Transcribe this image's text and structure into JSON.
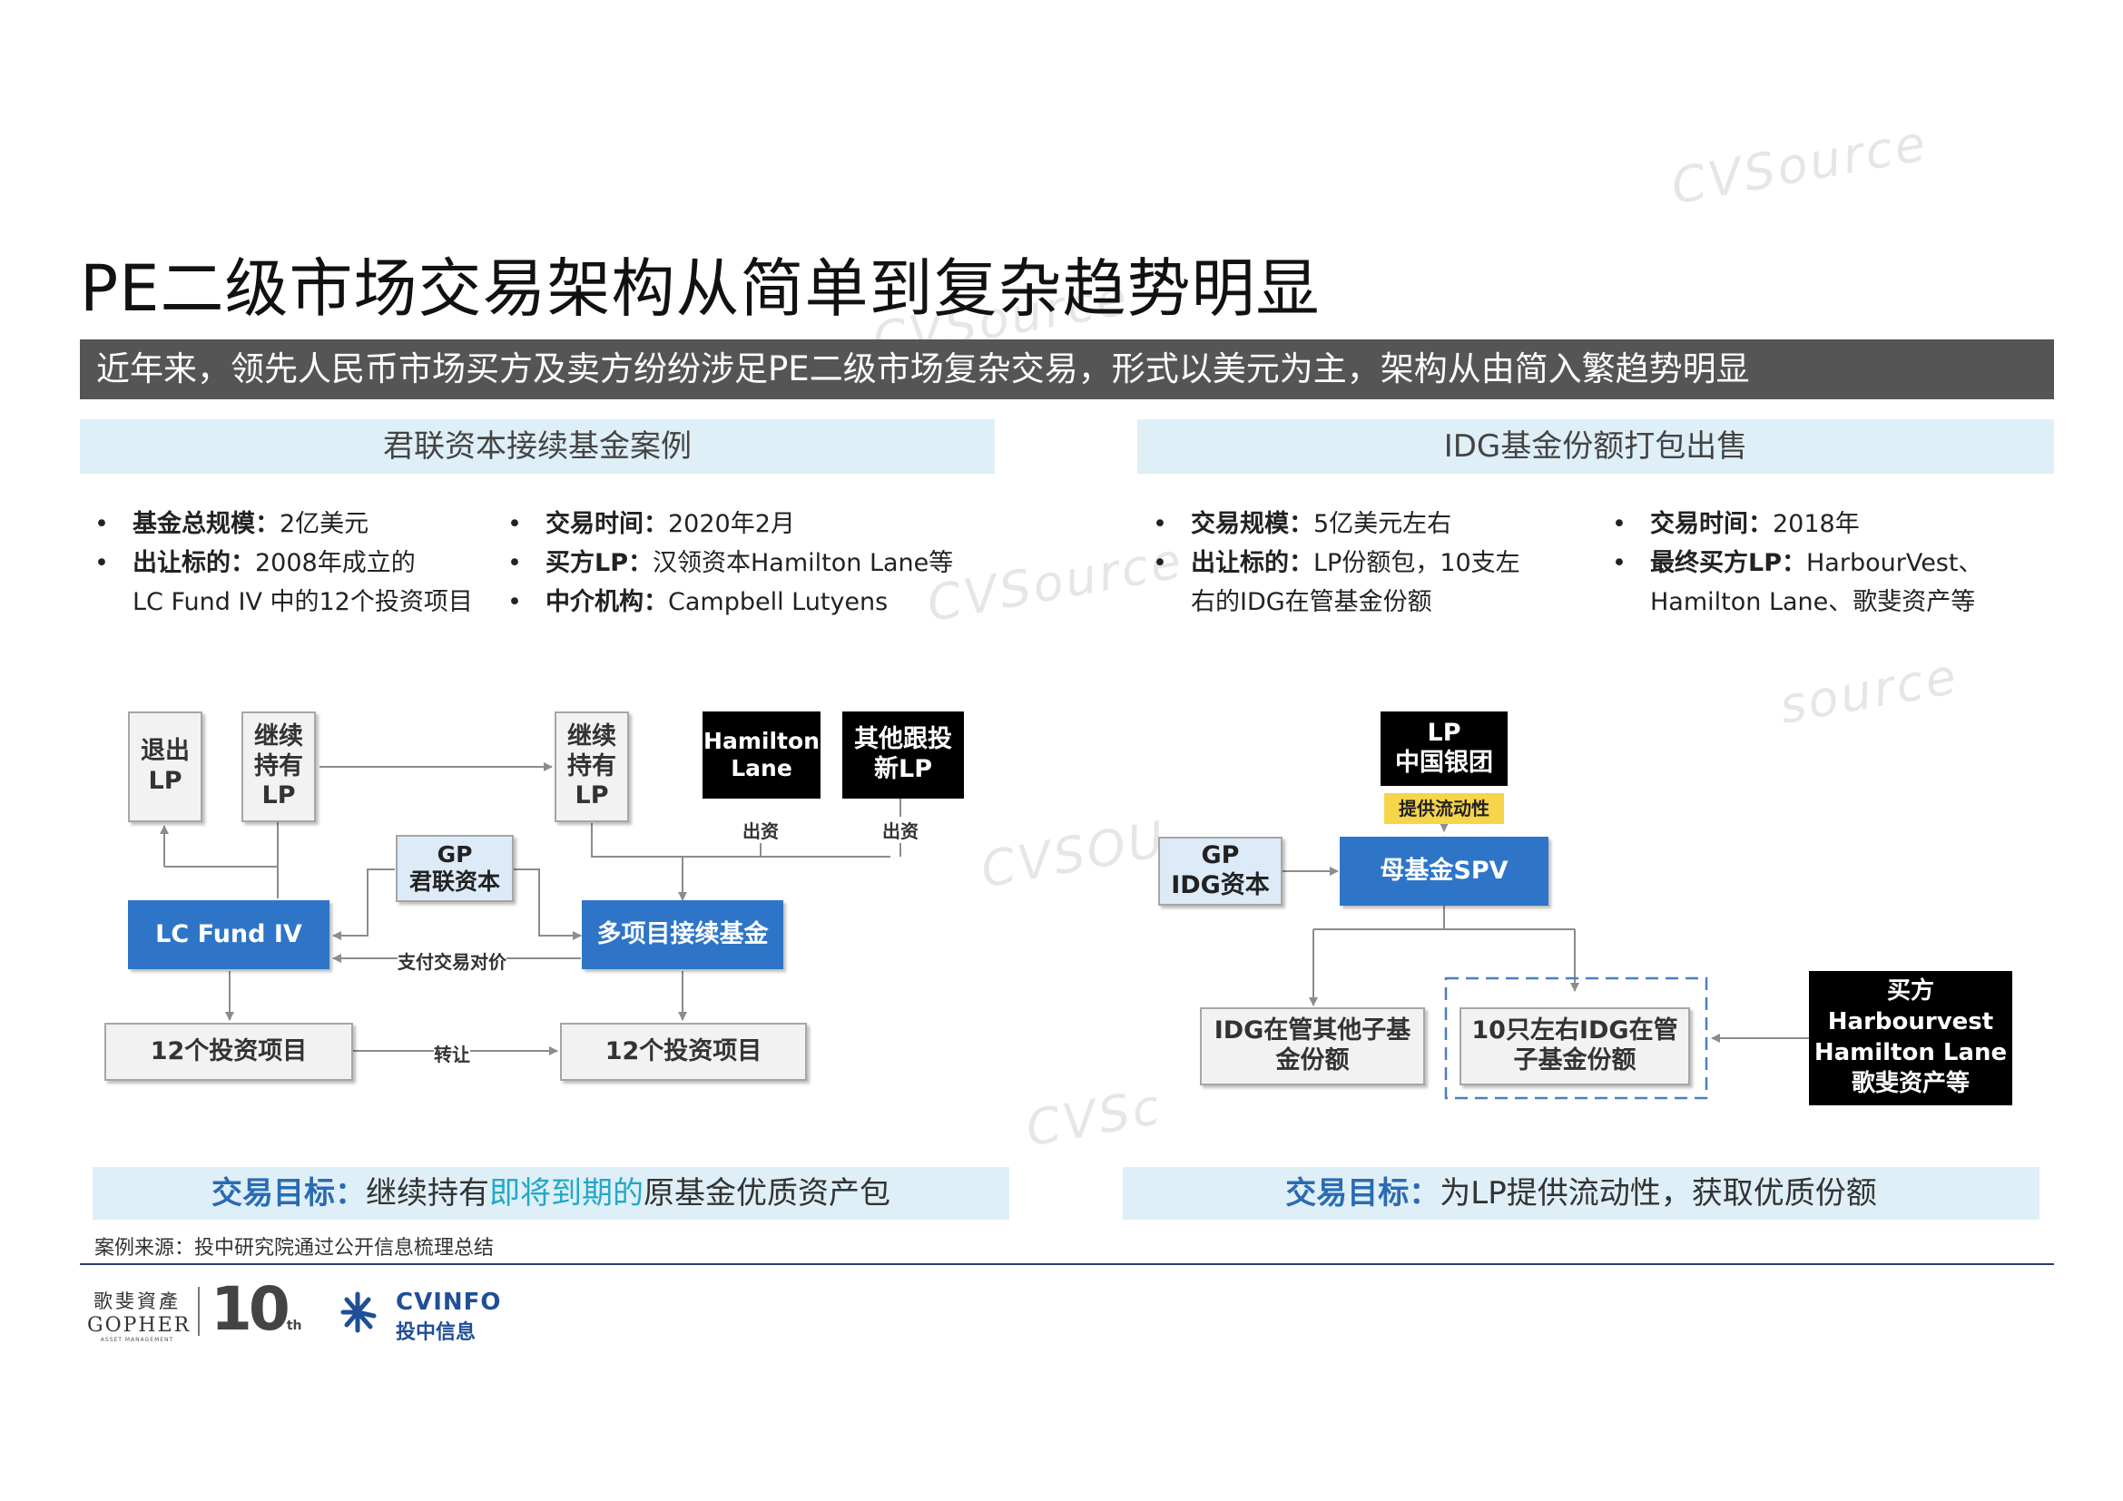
{
  "title": "PE二级市场交易架构从简单到复杂趋势明显",
  "banner": "近年来，领先人民币市场买方及卖方纷纷涉足PE二级市场复杂交易，形式以美元为主，架构从由简入繁趋势明显",
  "left_case": {
    "header": "君联资本接续基金案例",
    "col1": [
      {
        "key": "基金总规模：",
        "value": "2亿美元"
      },
      {
        "key": "出让标的：",
        "value": "2008年成立的"
      }
    ],
    "col1_cont": "LC Fund IV 中的12个投资项目",
    "col2": [
      {
        "key": "交易时间：",
        "value": "2020年2月"
      },
      {
        "key": "买方LP：",
        "value": "汉领资本Hamilton Lane等"
      },
      {
        "key": "中介机构：",
        "value": "Campbell Lutyens"
      }
    ],
    "diagram": {
      "exit_lp": [
        "退出",
        "LP"
      ],
      "hold_lp1": [
        "继续",
        "持有",
        "LP"
      ],
      "hold_lp2": [
        "继续",
        "持有",
        "LP"
      ],
      "hamilton": [
        "Hamilton",
        "Lane"
      ],
      "other_lp": [
        "其他跟投",
        "新LP"
      ],
      "gp": [
        "GP",
        "君联资本"
      ],
      "lc_fund": "LC Fund IV",
      "multi_fund": "多项目接续基金",
      "projects_left": "12个投资项目",
      "projects_right": "12个投资项目",
      "invest_label1": "出资",
      "invest_label2": "出资",
      "pay_label": "支付交易对价",
      "transfer_label": "转让"
    },
    "goal_key": "交易目标：",
    "goal_text1": "继续持有",
    "goal_highlight": "即将到期的",
    "goal_text2": "原基金优质资产包"
  },
  "right_case": {
    "header": "IDG基金份额打包出售",
    "col1": [
      {
        "key": "交易规模：",
        "value": "5亿美元左右"
      },
      {
        "key": "出让标的：",
        "value": "LP份额包，10支左"
      }
    ],
    "col1_cont": "右的IDG在管基金份额",
    "col2": [
      {
        "key": "交易时间：",
        "value": "2018年"
      },
      {
        "key": "最终买方LP：",
        "value": "HarbourVest、"
      }
    ],
    "col2_cont": "Hamilton Lane、歌斐资产等",
    "diagram": {
      "lp": [
        "LP",
        "中国银团"
      ],
      "liquidity": "提供流动性",
      "gp": [
        "GP",
        "IDG资本"
      ],
      "spv": "母基金SPV",
      "other_sub": [
        "IDG在管其他子基",
        "金份额"
      ],
      "ten_sub": [
        "10只左右IDG在管",
        "子基金份额"
      ],
      "buyer": [
        "买方",
        "Harbourvest",
        "Hamilton Lane",
        "歌斐资产等"
      ]
    },
    "goal_key": "交易目标：",
    "goal_text": "为LP提供流动性，获取优质份额"
  },
  "source": "案例来源：投中研究院通过公开信息梳理总结",
  "logos": {
    "gopher_cn": "歌斐資產",
    "gopher_en": "GOPHER",
    "gopher_sub": "ASSET MANAGEMENT",
    "ten": "10",
    "ten_sup": "th",
    "cvinfo_en": "CVINFO",
    "cvinfo_cn": "投中信息"
  },
  "colors": {
    "banner_bg": "#555555",
    "case_header_bg": "#dfeff7",
    "blue_box": "#2e75c8",
    "gp_box": "#dcebf7",
    "liquidity_tag": "#f7d54a",
    "goal_key": "#2a6bb3",
    "goal_highlight": "#22a8c8"
  }
}
